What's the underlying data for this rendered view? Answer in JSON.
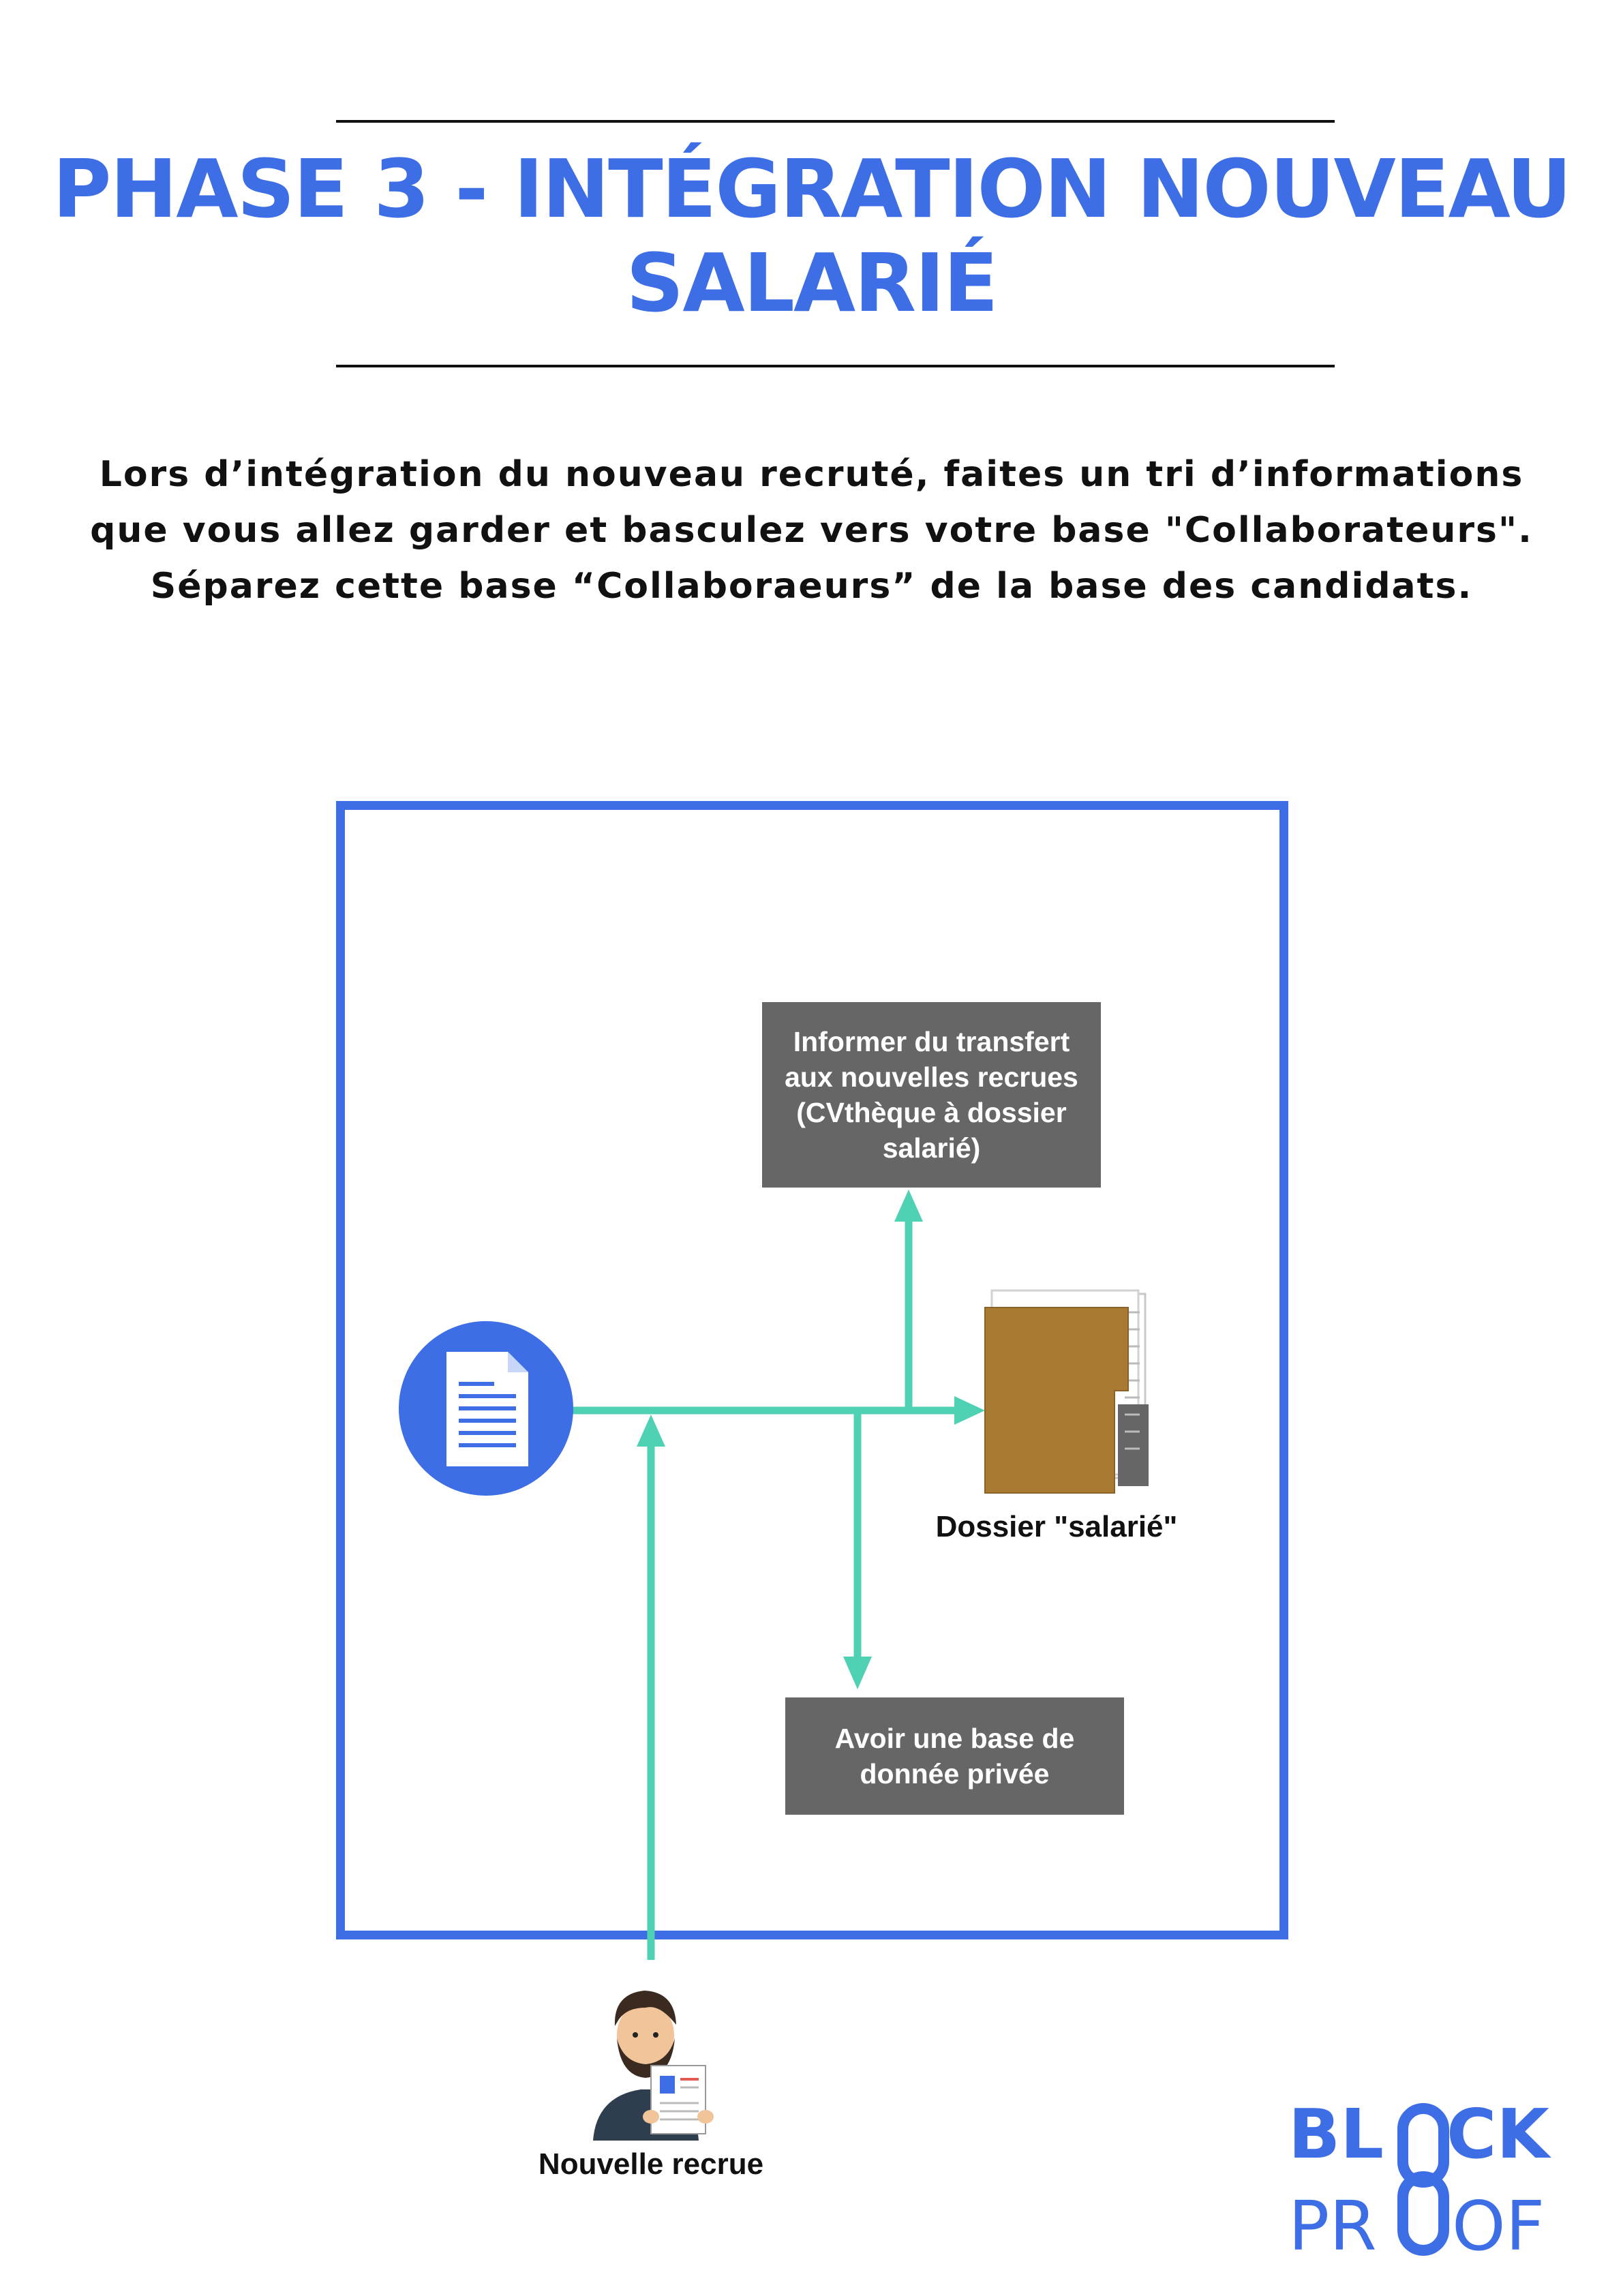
{
  "title": {
    "line1": "PHASE 3 - INTÉGRATION NOUVEAU",
    "line2": "SALARIÉ"
  },
  "intro": {
    "line1": "Lors d’intégration du nouveau recruté, faites un tri d’informations",
    "line2": "que vous allez garder et basculez vers votre base \"Collaborateurs\".",
    "line3": "Séparez cette base “Collaboraeurs” de la base des candidats."
  },
  "diagram": {
    "box_inform": {
      "line1": "Informer du transfert",
      "line2": "aux nouvelles recrues",
      "line3": "(CVthèque à dossier",
      "line4": "salarié)"
    },
    "box_private": {
      "line1": "Avoir une base de",
      "line2": "donnée privée"
    },
    "folder_label": "Dossier \"salarié\"",
    "person_label": "Nouvelle recrue",
    "document_icon": "document-icon",
    "folder_icon": "folder-icon",
    "person_icon": "person-with-cv-icon"
  },
  "logo": {
    "top": "BLOCK",
    "bottom": "PROOF"
  },
  "colors": {
    "accent": "#3d6ee6",
    "connector": "#4fd1b3",
    "box": "#666666",
    "folder": "#a97a32"
  }
}
